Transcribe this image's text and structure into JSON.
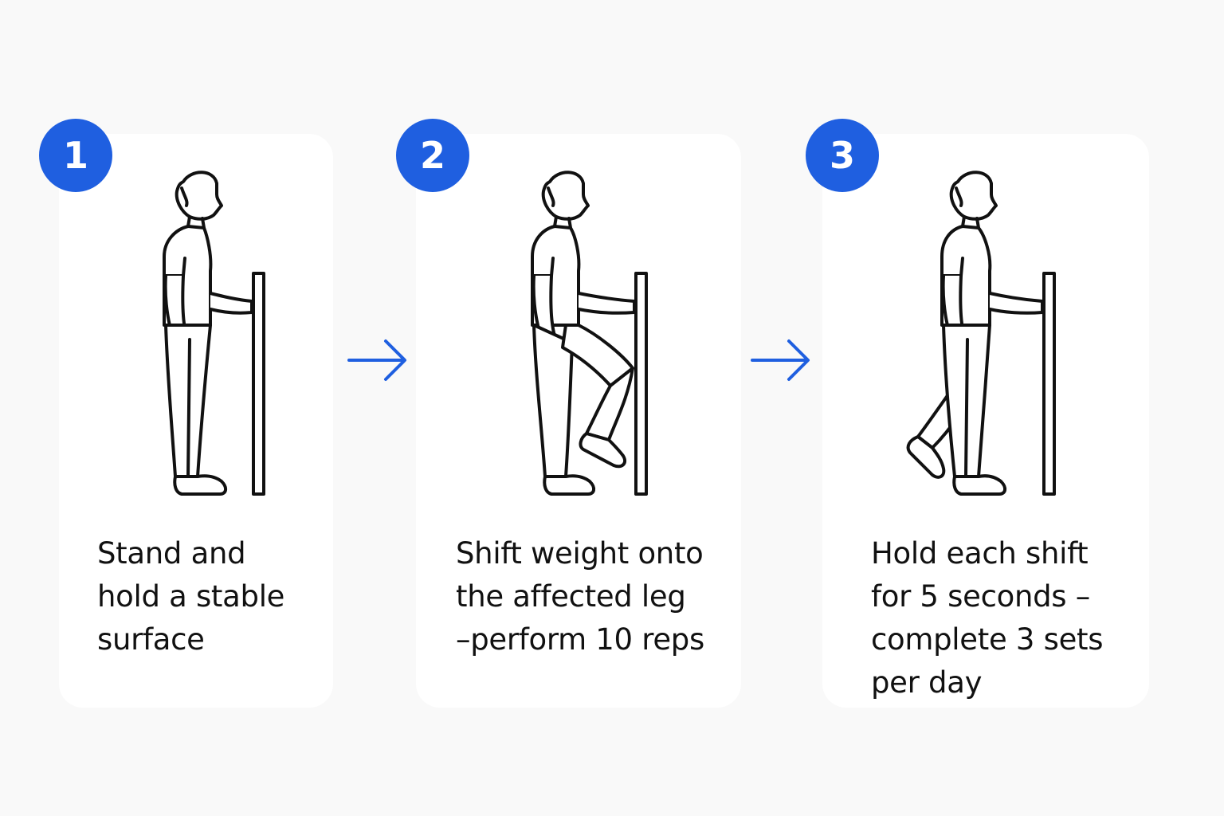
{
  "colors": {
    "accent": "#1f5fe0",
    "background": "#f9f9f9",
    "card": "#ffffff",
    "ink": "#111111"
  },
  "steps": [
    {
      "number": "1",
      "text": "Stand and\nhold a stable\nsurface",
      "icon": "person-standing-holding-rail-icon"
    },
    {
      "number": "2",
      "text": "Shift weight onto\nthe affected leg\n–perform 10 reps",
      "icon": "person-knee-raise-holding-rail-icon"
    },
    {
      "number": "3",
      "text": "Hold each shift\nfor 5 seconds –\ncomplete 3 sets\nper day",
      "icon": "person-leg-back-holding-rail-icon"
    }
  ],
  "arrows": [
    "arrow-right-icon",
    "arrow-right-icon"
  ]
}
